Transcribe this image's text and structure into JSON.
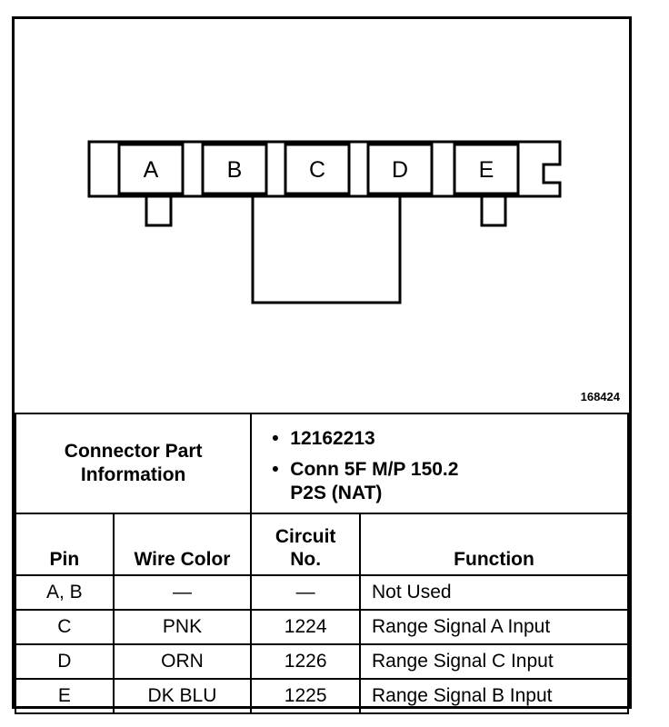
{
  "diagram": {
    "pins": [
      "A",
      "B",
      "C",
      "D",
      "E"
    ],
    "figure_number": "168424"
  },
  "connector_info": {
    "heading_line1": "Connector Part",
    "heading_line2": "Information",
    "parts": [
      {
        "line1": "12162213",
        "line2": ""
      },
      {
        "line1": "Conn 5F M/P 150.2",
        "line2": "P2S (NAT)"
      }
    ]
  },
  "table": {
    "headers": {
      "pin": "Pin",
      "wire_color": "Wire Color",
      "circuit_line1": "Circuit",
      "circuit_line2": "No.",
      "function": "Function"
    },
    "rows": [
      {
        "pin": "A, B",
        "wire_color": "—",
        "circuit": "—",
        "function": "Not Used"
      },
      {
        "pin": "C",
        "wire_color": "PNK",
        "circuit": "1224",
        "function": "Range Signal A Input"
      },
      {
        "pin": "D",
        "wire_color": "ORN",
        "circuit": "1226",
        "function": "Range Signal C Input"
      },
      {
        "pin": "E",
        "wire_color": "DK BLU",
        "circuit": "1225",
        "function": "Range Signal B Input"
      }
    ]
  }
}
